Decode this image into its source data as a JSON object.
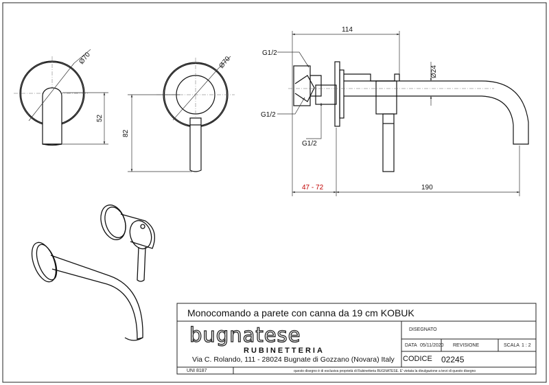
{
  "title_block": {
    "product_title": "Monocomando a parete con canna da 19 cm KOBUK",
    "brand": "bugnatese",
    "brand_sub": "RUBINETTERIA",
    "address": "Via C. Rolando, 111 - 28024 Bugnate di Gozzano (Novara) Italy",
    "disegnato_label": "DISEGNATO",
    "data_label": "DATA",
    "data_value": "05/11/2020",
    "revisione_label": "REVISIONE",
    "scala_label": "SCALA",
    "scala_value": "1 : 2",
    "codice_label": "CODICE",
    "codice_value": "02245",
    "standard": "UNI 8187",
    "notice": "questo disegno è di esclusiva proprietà di Rubinetteria BUGNATESE. E' vietata la divulgazione a terzi di questo disegno"
  },
  "dimensions": {
    "front_dia_1": "Ø70",
    "front_height_1": "52",
    "front_dia_2": "Ø70",
    "front_height_2": "82",
    "side_width_top": "114",
    "side_dia_spout": "Ø24",
    "side_thread_1": "G1/2",
    "side_thread_2": "G1/2",
    "side_thread_3": "G1/2",
    "side_range": "47 - 72",
    "side_length": "190"
  },
  "colors": {
    "line": "#111111",
    "dimension_line": "#4a4a4a",
    "red_dimension": "#c00000",
    "paper": "#ffffff"
  }
}
